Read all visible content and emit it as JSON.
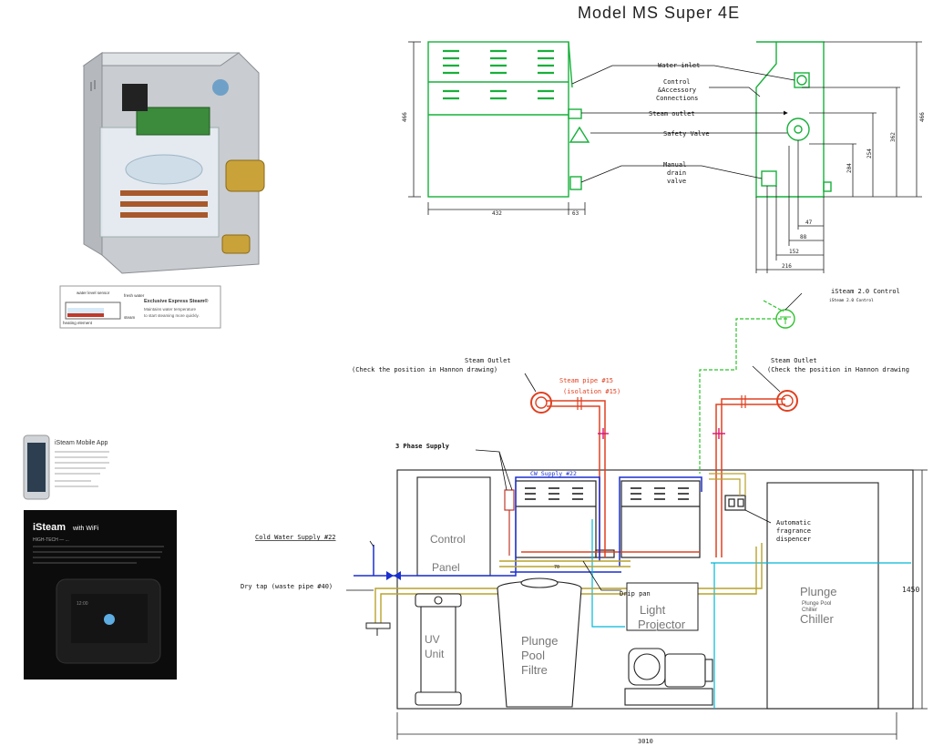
{
  "title": "Model MS Super 4E",
  "top_drawing": {
    "callouts": {
      "water_inlet": "Water inlet",
      "control_1": "Control",
      "control_2": "&Accessory",
      "control_3": "Connections",
      "steam_outlet": "Steam outlet",
      "safety_valve": "Safety Valve",
      "manual_drain_1": "Manual",
      "manual_drain_2": "drain",
      "manual_drain_3": "valve"
    },
    "dims": {
      "front_height": "466",
      "front_width": "432",
      "front_depth": "63",
      "side_height": "466",
      "d1": "362",
      "d2": "254",
      "d3": "204",
      "d4": "47",
      "d5": "88",
      "d6": "152",
      "d7": "216"
    }
  },
  "promo": {
    "express_title": "Exclusive Express Steam®",
    "express_line1": "Maintains water temperature",
    "express_line2": "to start steaming more quickly.",
    "water_level_sensor": "water level sensor",
    "fresh_water": "fresh water",
    "heating_element": "heating element",
    "steam": "steam",
    "app_title": "iSteam Mobile App",
    "isteam_wifi": "iSteam",
    "with_wifi": "with WiFi",
    "high_tech": "HIGH-TECH — ...",
    "time_display": "12:00"
  },
  "plant": {
    "isteam_control": "iSteam 2.0 Control",
    "isteam_control_small": "iSteam 2.0 Control",
    "steam_outlet_left": "Steam Outlet",
    "steam_outlet_left_note": "(Check the position in Hannon drawing)",
    "steam_outlet_right": "Steam Outlet",
    "steam_outlet_right_note": "(Check the position in Hannon drawing",
    "steam_pipe": "Steam pipe #15",
    "isolation": "(isolation #15)",
    "three_phase": "3 Phase Supply",
    "cw_supply": "CW Supply #22",
    "cold_water_supply": "Cold Water Supply #22",
    "dry_tap": "Dry tap (waste pipe #40)",
    "drip_pan": "Drip pan",
    "auto_fragrance_1": "Automatic",
    "auto_fragrance_2": "fragrance",
    "auto_fragrance_3": "dispencer",
    "control_panel_1": "Control",
    "control_panel_2": "Panel",
    "light_projector_1": "Light",
    "light_projector_2": "Projector",
    "uv_1": "UV",
    "uv_2": "Unit",
    "filtre_1": "Plunge",
    "filtre_2": "Pool",
    "filtre_3": "Filtre",
    "chiller_1": "Plunge",
    "chiller_2": "Chiller",
    "chiller_small_1": "Plunge Pool",
    "chiller_small_2": "Chiller",
    "dim_height": "1450",
    "dim_width": "3010",
    "dim_70": "70"
  }
}
